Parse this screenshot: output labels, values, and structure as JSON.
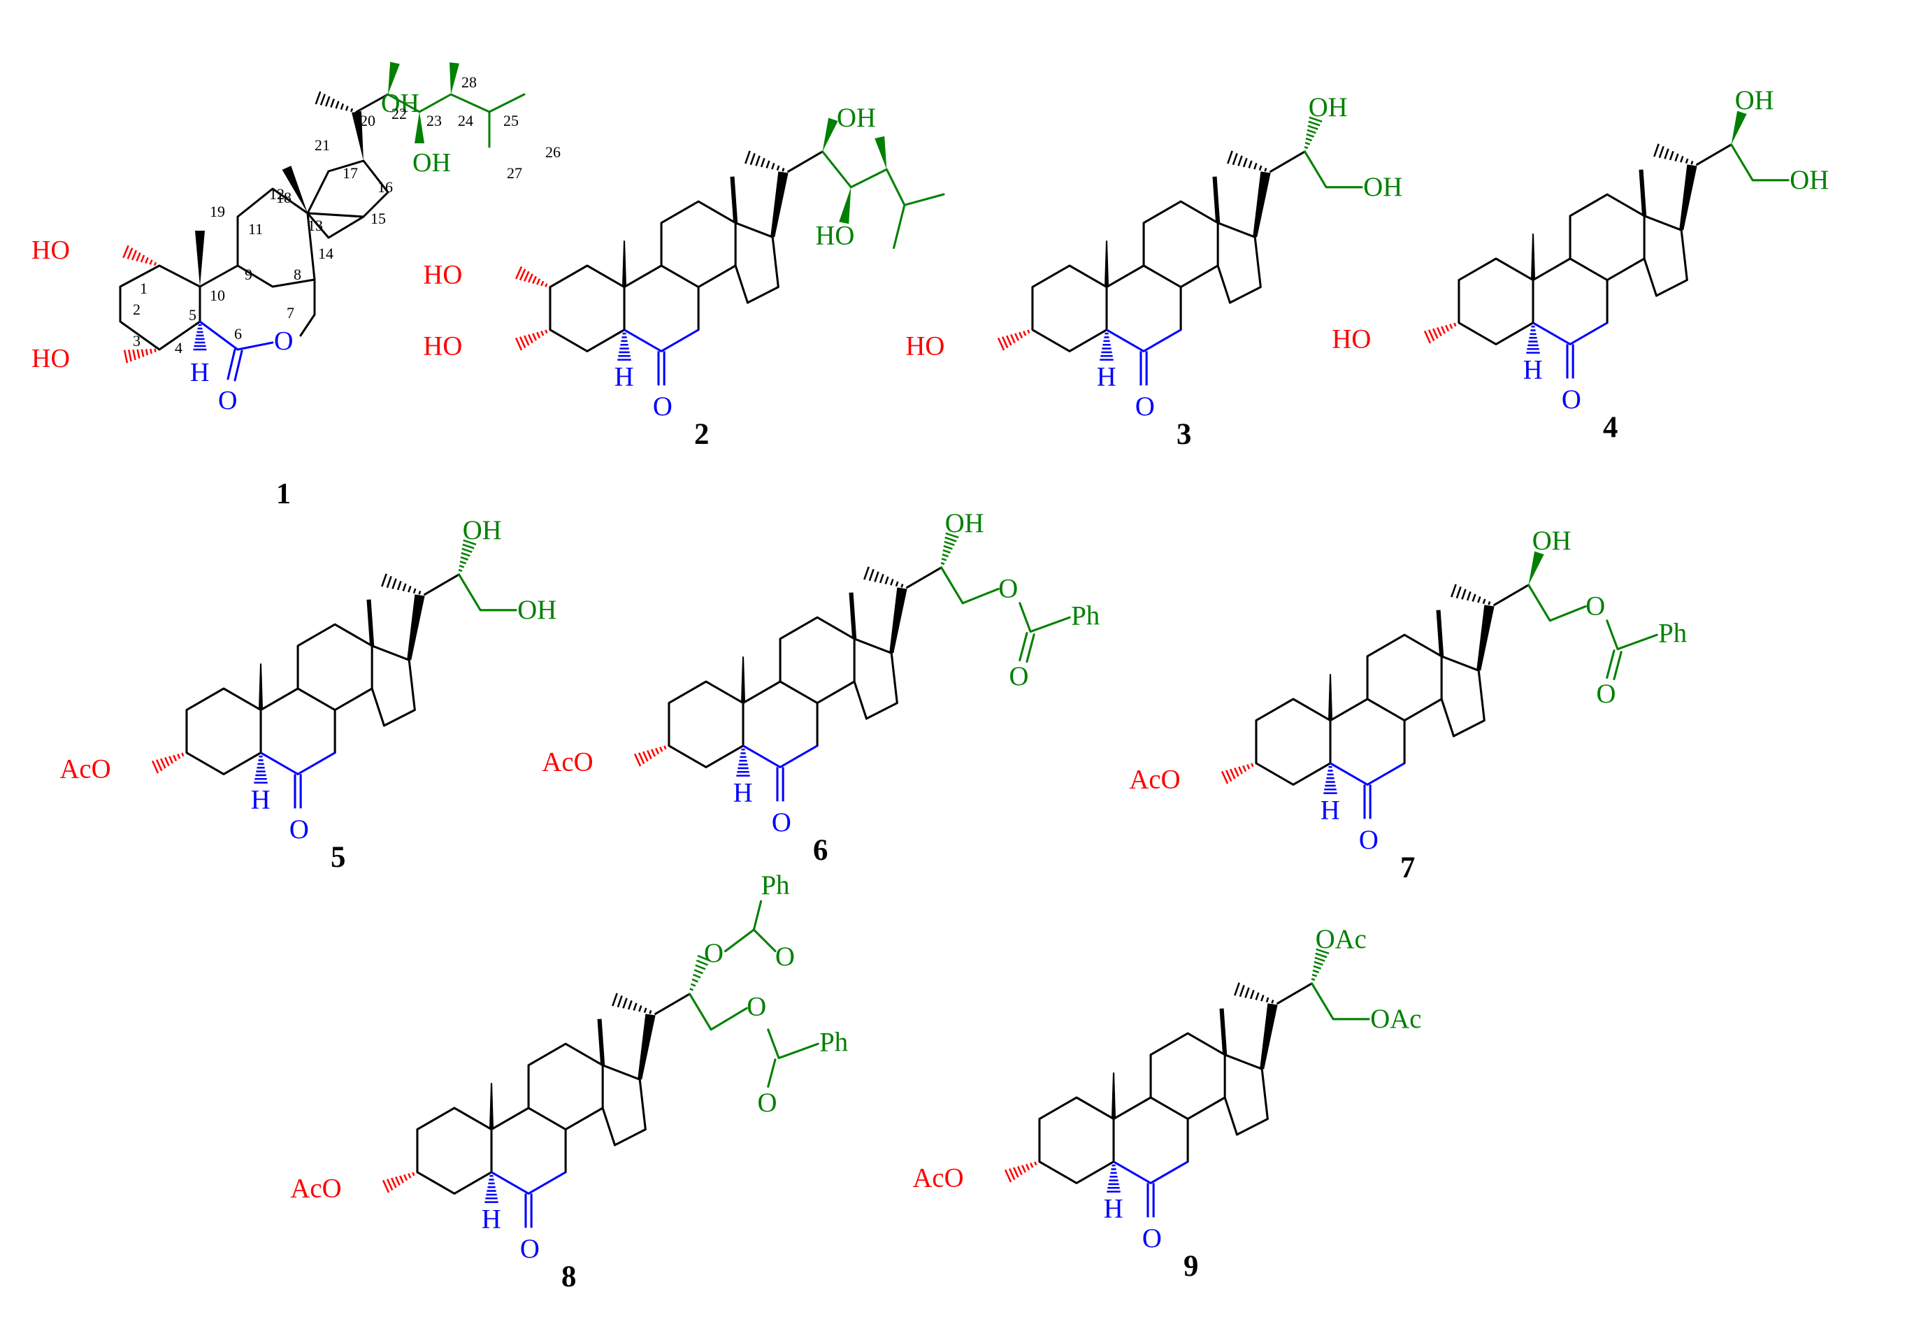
{
  "colors": {
    "skeleton": "#000000",
    "hydroxy_acyl": "#ff0000",
    "ring_b": "#0000ff",
    "side_chain": "#008000"
  },
  "structures": [
    {
      "id": "1",
      "labels": {
        "ho_top": "HO",
        "ho_bottom": "HO",
        "h": "H",
        "o_ring": "O",
        "o_carbonyl": "O",
        "oh_top": "OH",
        "oh_bottom": "OH"
      },
      "numbering": [
        "1",
        "2",
        "3",
        "4",
        "5",
        "6",
        "7",
        "8",
        "9",
        "10",
        "11",
        "12",
        "13",
        "14",
        "15",
        "16",
        "17",
        "18",
        "19",
        "20",
        "21",
        "22",
        "23",
        "24",
        "25",
        "26",
        "27",
        "28"
      ]
    },
    {
      "id": "2",
      "labels": {
        "ho_top": "HO",
        "ho_bottom": "HO",
        "h": "H",
        "o": "O",
        "oh_top": "OH",
        "oh_bottom": "HO"
      }
    },
    {
      "id": "3",
      "labels": {
        "ho": "HO",
        "h": "H",
        "o": "O",
        "oh_top": "OH",
        "oh_end": "OH"
      }
    },
    {
      "id": "4",
      "labels": {
        "ho": "HO",
        "h": "H",
        "o": "O",
        "oh_top": "OH",
        "oh_end": "OH"
      }
    },
    {
      "id": "5",
      "labels": {
        "aco": "AcO",
        "h": "H",
        "o": "O",
        "oh_top": "OH",
        "oh_end": "OH"
      }
    },
    {
      "id": "6",
      "labels": {
        "aco": "AcO",
        "h": "H",
        "o": "O",
        "oh_top": "OH",
        "o_ester": "O",
        "o_carbonyl": "O",
        "ph": "Ph"
      }
    },
    {
      "id": "7",
      "labels": {
        "aco": "AcO",
        "h": "H",
        "o": "O",
        "oh_top": "OH",
        "o_ester": "O",
        "o_carbonyl": "O",
        "ph": "Ph"
      }
    },
    {
      "id": "8",
      "labels": {
        "aco": "AcO",
        "h": "H",
        "o": "O",
        "ph_top": "Ph",
        "o_ester1": "O",
        "o_carbonyl1": "O",
        "o_ester2": "O",
        "o_carbonyl2": "O",
        "ph_bottom": "Ph"
      }
    },
    {
      "id": "9",
      "labels": {
        "aco": "AcO",
        "h": "H",
        "o": "O",
        "oac_top": "OAc",
        "oac_end": "OAc"
      }
    }
  ]
}
